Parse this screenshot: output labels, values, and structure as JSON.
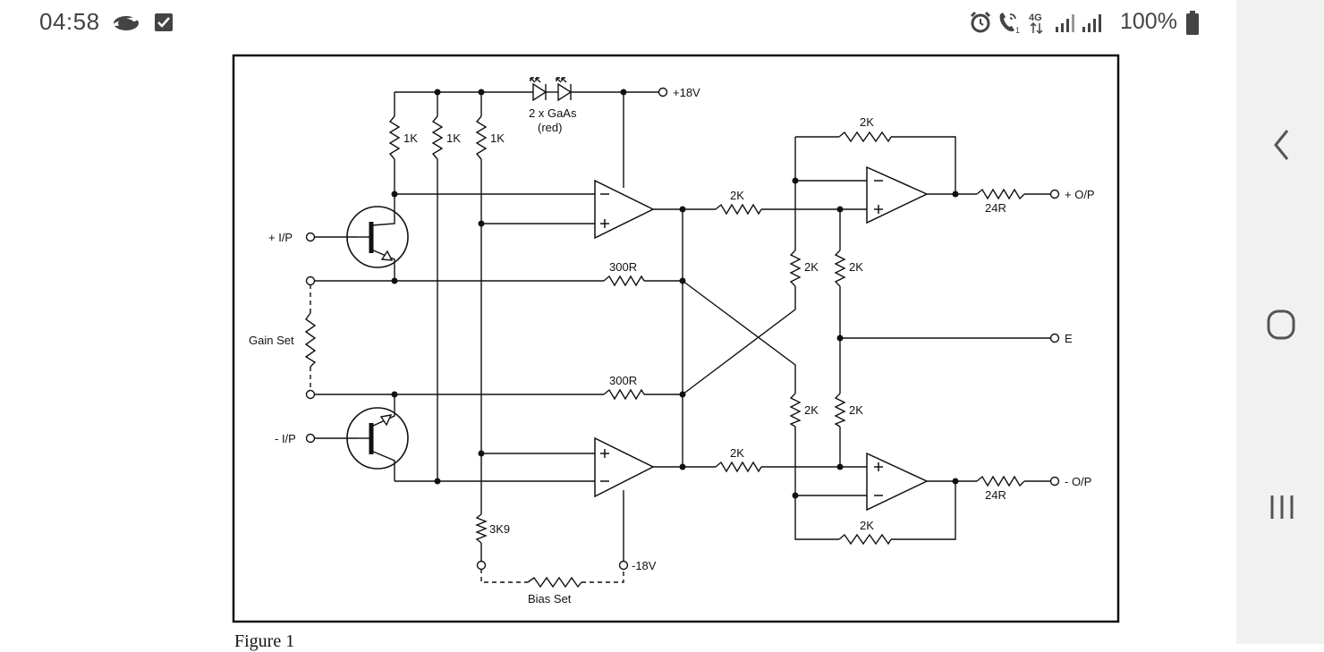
{
  "status_bar": {
    "time": "04:58",
    "battery": "100%",
    "network": "4G",
    "icons": [
      "cloud-icon",
      "checkbox-icon",
      "alarm-icon",
      "wifi-call-icon",
      "signal-icon",
      "battery-icon"
    ]
  },
  "figure": {
    "caption": "Figure 1",
    "labels": {
      "supply_pos": "+18V",
      "supply_neg": "-18V",
      "leds": "2 x GaAs",
      "leds_color": "(red)",
      "r_1k_a": "1K",
      "r_1k_b": "1K",
      "r_1k_c": "1K",
      "input_pos": "+ I/P",
      "input_neg": "- I/P",
      "gain_set": "Gain Set",
      "r_300r_top": "300R",
      "r_300r_bottom": "300R",
      "r_3k9": "3K9",
      "bias_set": "Bias Set",
      "r_2k_in_top": "2K",
      "r_2k_in_bottom": "2K",
      "r_2k_fb_top": "2K",
      "r_2k_fb_bottom": "2K",
      "r_2k_mid_a": "2K",
      "r_2k_mid_b": "2K",
      "r_2k_mid_c": "2K",
      "r_2k_mid_d": "2K",
      "r_24r_top": "24R",
      "r_24r_bottom": "24R",
      "output_pos": "+ O/P",
      "output_neg": "- O/P",
      "earth": "E"
    }
  }
}
